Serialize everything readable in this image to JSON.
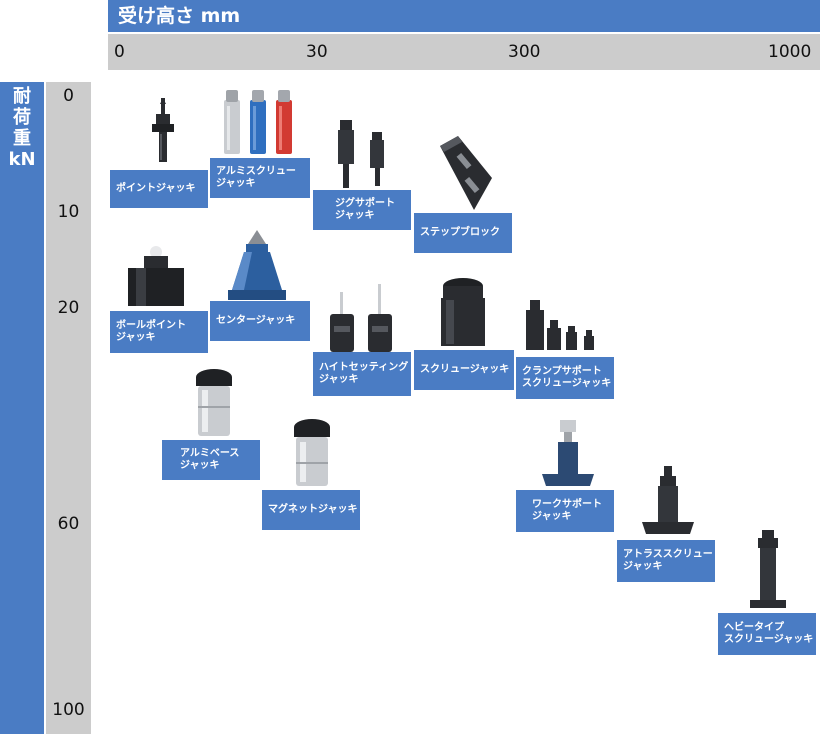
{
  "x_axis": {
    "title": "受け高さ mm",
    "ticks": [
      "0",
      "30",
      "300",
      "1000"
    ]
  },
  "y_axis": {
    "title_lines": [
      "耐",
      "荷",
      "重",
      "kN"
    ],
    "ticks": [
      "0",
      "10",
      "20",
      "60",
      "100"
    ]
  },
  "products": [
    {
      "lines": [
        "ポイントジャッキ"
      ]
    },
    {
      "lines": [
        "アルミスクリュー",
        "ジャッキ"
      ]
    },
    {
      "lines": [
        "ジグサポート",
        "ジャッキ"
      ]
    },
    {
      "lines": [
        "ステップブロック"
      ]
    },
    {
      "lines": [
        "ボールポイント",
        "ジャッキ"
      ]
    },
    {
      "lines": [
        "センタージャッキ"
      ]
    },
    {
      "lines": [
        "ハイトセッティング",
        "ジャッキ"
      ]
    },
    {
      "lines": [
        "スクリュージャッキ"
      ]
    },
    {
      "lines": [
        "クランプサポート",
        "スクリュージャッキ"
      ]
    },
    {
      "lines": [
        "アルミベース",
        "ジャッキ"
      ]
    },
    {
      "lines": [
        "マグネットジャッキ"
      ]
    },
    {
      "lines": [
        "ワークサポート",
        "ジャッキ"
      ]
    },
    {
      "lines": [
        "アトラススクリュー",
        "ジャッキ"
      ]
    },
    {
      "lines": [
        "ヘビータイプ",
        "スクリュージャッキ"
      ]
    }
  ],
  "colors": {
    "accent": "#4a7cc4",
    "axis_band": "#cccccc",
    "product_dark": "#2a2c30",
    "aluminum": "#c9ccd0",
    "blue_anodized": "#2f6fbf",
    "red_anodized": "#d23a32",
    "center_jack_blue": "#2c5f9f"
  }
}
